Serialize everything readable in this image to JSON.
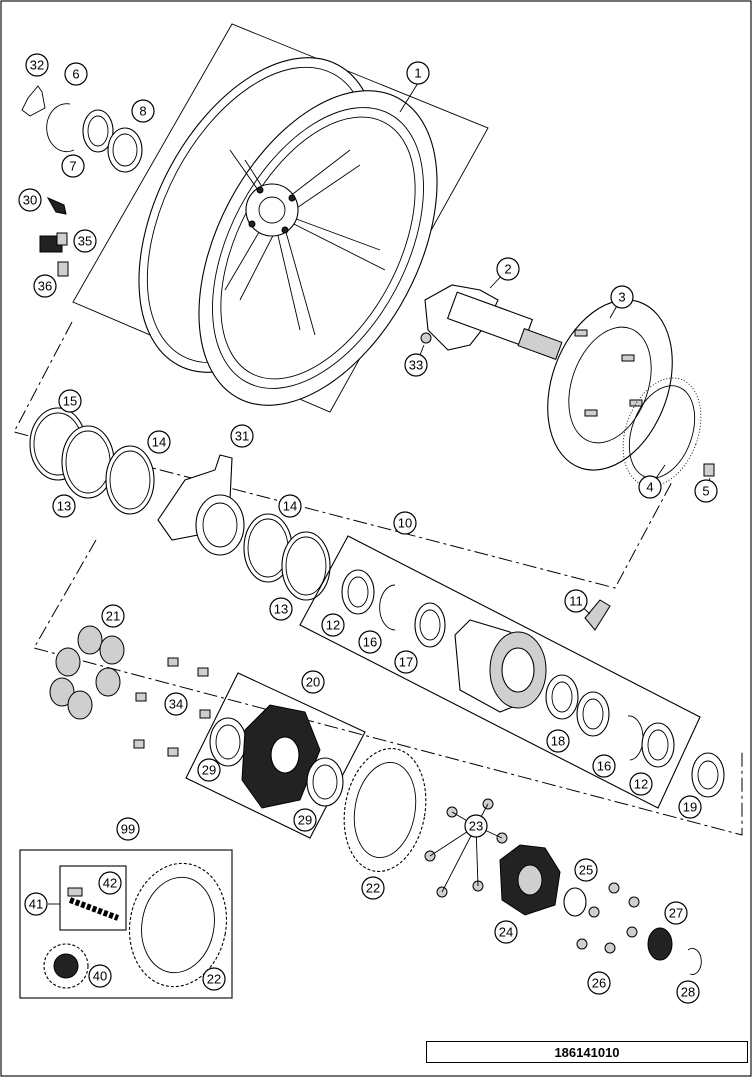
{
  "document_number": "186141010",
  "callouts": [
    "1",
    "2",
    "3",
    "4",
    "5",
    "6",
    "7",
    "8",
    "10",
    "11",
    "12",
    "12",
    "13",
    "13",
    "14",
    "14",
    "15",
    "16",
    "16",
    "17",
    "18",
    "19",
    "20",
    "21",
    "22",
    "22",
    "23",
    "24",
    "25",
    "26",
    "27",
    "28",
    "29",
    "29",
    "30",
    "31",
    "32",
    "33",
    "34",
    "35",
    "36",
    "40",
    "41",
    "42",
    "99"
  ]
}
